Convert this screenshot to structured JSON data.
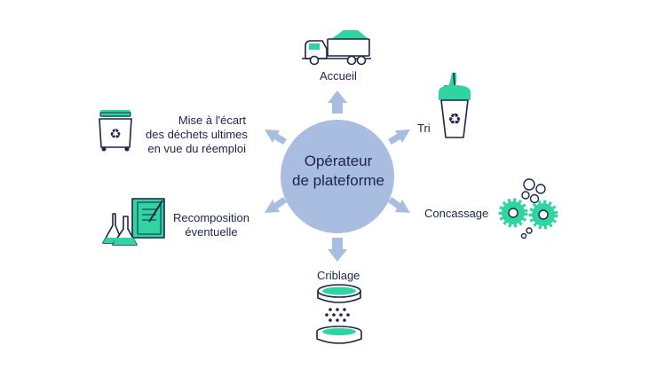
{
  "diagram": {
    "center": {
      "line1": "Opérateur",
      "line2": "de plateforme"
    },
    "steps": {
      "accueil": "Accueil",
      "tri": "Tri",
      "concassage": "Concassage",
      "criblage": "Criblage",
      "recomposition": {
        "line1": "Recomposition",
        "line2": "éventuelle"
      },
      "mise_a_lecart": {
        "line1": "Mise à l'écart",
        "line2": "des déchets ultimes",
        "line3": "en vue du réemploi"
      }
    },
    "icons": [
      "truck-icon",
      "sorting-bin-icon",
      "gears-icon",
      "sieve-icon",
      "lab-flasks-icon",
      "recycling-bin-icon"
    ],
    "colors": {
      "center_fill": "#a9bde0",
      "arrow": "#a9bde0",
      "accent_green": "#2fd4a0",
      "outline_navy": "#1b2549"
    }
  }
}
